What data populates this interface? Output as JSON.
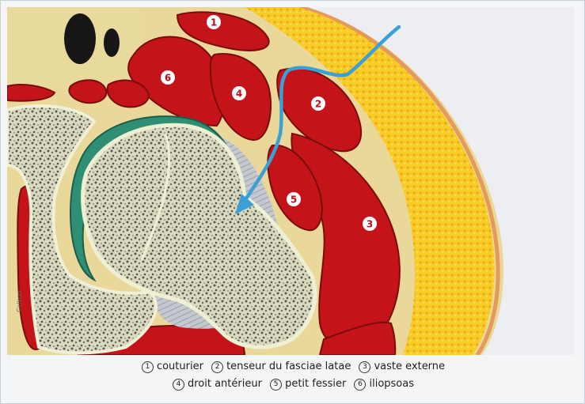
{
  "figure": {
    "credit": "Celkon",
    "markers": [
      "1",
      "2",
      "3",
      "4",
      "5",
      "6"
    ]
  },
  "caption": {
    "line1": [
      {
        "num": "1",
        "label": "couturier"
      },
      {
        "num": "2",
        "label": "tenseur du fasciae latae"
      },
      {
        "num": "3",
        "label": "vaste externe"
      }
    ],
    "line2": [
      {
        "num": "4",
        "label": "droit antérieur"
      },
      {
        "num": "5",
        "label": "petit fessier"
      },
      {
        "num": "6",
        "label": "iliopsoas"
      }
    ]
  },
  "colors": {
    "muscle": "#c4141a",
    "muscle_dark": "#7a0c0c",
    "fat": "#f6c81e",
    "bone": "#e6e6c8",
    "skin": "#e8a060",
    "arrow": "#3aa0d8",
    "cartilage": "#2f8f74"
  }
}
